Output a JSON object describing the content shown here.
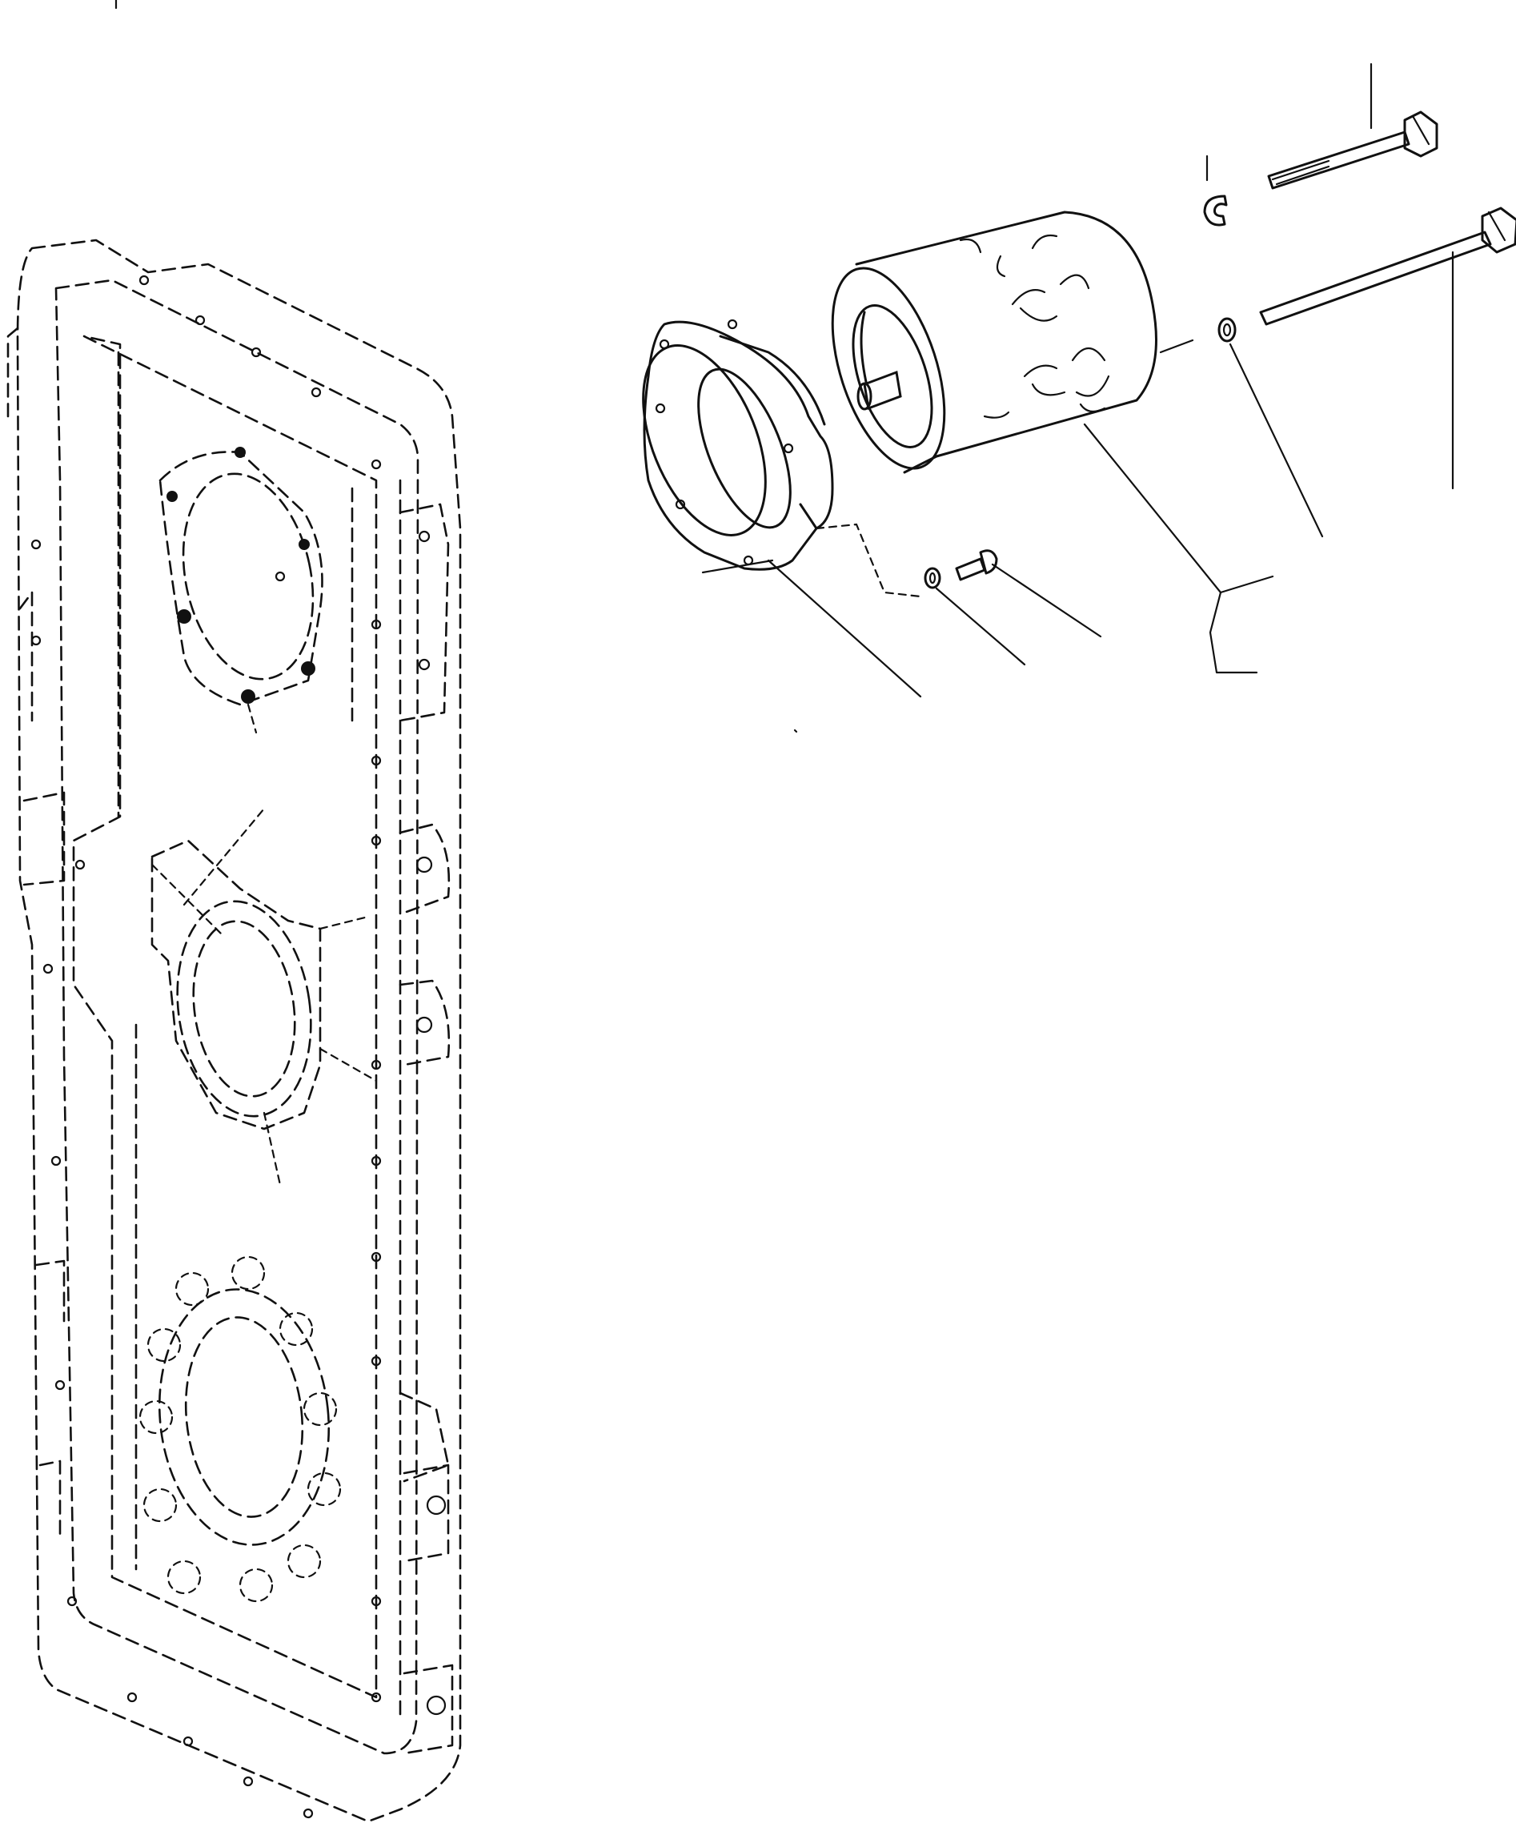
{
  "figure": {
    "kind": "exploded-parts-drawing",
    "ink_color": "#111111",
    "background_color": "#ffffff",
    "text_labels": []
  },
  "parts": [
    {
      "name": "housing-plate",
      "style": "dashed-outline"
    },
    {
      "name": "flange-adapter",
      "style": "solid"
    },
    {
      "name": "hydraulic-motor",
      "style": "solid"
    },
    {
      "name": "long-bolt-upper",
      "style": "solid"
    },
    {
      "name": "long-bolt-lower",
      "style": "solid"
    },
    {
      "name": "retaining-clip",
      "style": "solid"
    },
    {
      "name": "washer-large",
      "style": "solid"
    },
    {
      "name": "washer-small",
      "style": "solid"
    },
    {
      "name": "short-screw",
      "style": "solid"
    }
  ]
}
